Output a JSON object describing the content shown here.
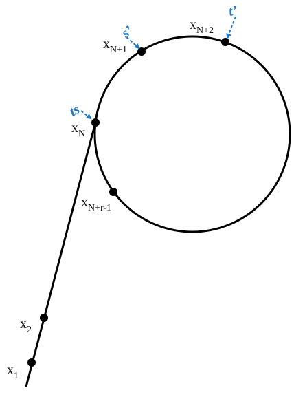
{
  "nodes": {
    "x1": {
      "main": "x",
      "sub": "1"
    },
    "x2": {
      "main": "x",
      "sub": "2"
    },
    "xN": {
      "main": "x",
      "sub": "N"
    },
    "xN1": {
      "main": "x",
      "sub": "N+1"
    },
    "xN2": {
      "main": "x",
      "sub": "N+2"
    },
    "xNr1": {
      "main": "x",
      "sub": "N+r-1"
    }
  },
  "pointers": {
    "ts": "ts",
    "s_prime": "s’",
    "t_prime": "t’"
  },
  "colors": {
    "curve": "#000000",
    "pointer": "#1f77c4"
  }
}
